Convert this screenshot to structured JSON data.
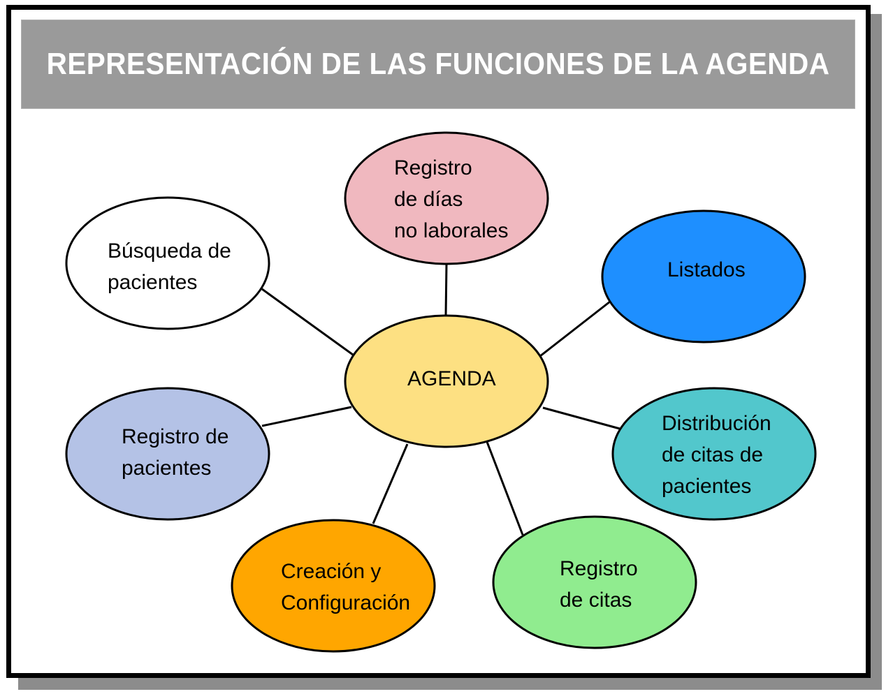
{
  "title": "REPRESENTACIÓN DE LAS FUNCIONES DE LA AGENDA",
  "center": {
    "label": "AGENDA",
    "color": "#fde082"
  },
  "nodes": [
    {
      "id": "registro-dias",
      "lines": [
        "Registro",
        "de días",
        "no laborales"
      ],
      "color": "#f0b8bf"
    },
    {
      "id": "listados",
      "lines": [
        "Listados"
      ],
      "color": "#1e8fff"
    },
    {
      "id": "distribucion-citas",
      "lines": [
        "Distribución",
        "de citas de",
        "pacientes"
      ],
      "color": "#52c7cc"
    },
    {
      "id": "registro-citas",
      "lines": [
        "Registro",
        "de citas"
      ],
      "color": "#90ec8f"
    },
    {
      "id": "creacion-configuracion",
      "lines": [
        "Creación y",
        "Configuración"
      ],
      "color": "#ffa600"
    },
    {
      "id": "registro-pacientes",
      "lines": [
        "Registro de",
        "pacientes"
      ],
      "color": "#b4c2e6"
    },
    {
      "id": "busqueda-pacientes",
      "lines": [
        "Búsqueda de",
        "pacientes"
      ],
      "color": "#ffffff"
    }
  ]
}
